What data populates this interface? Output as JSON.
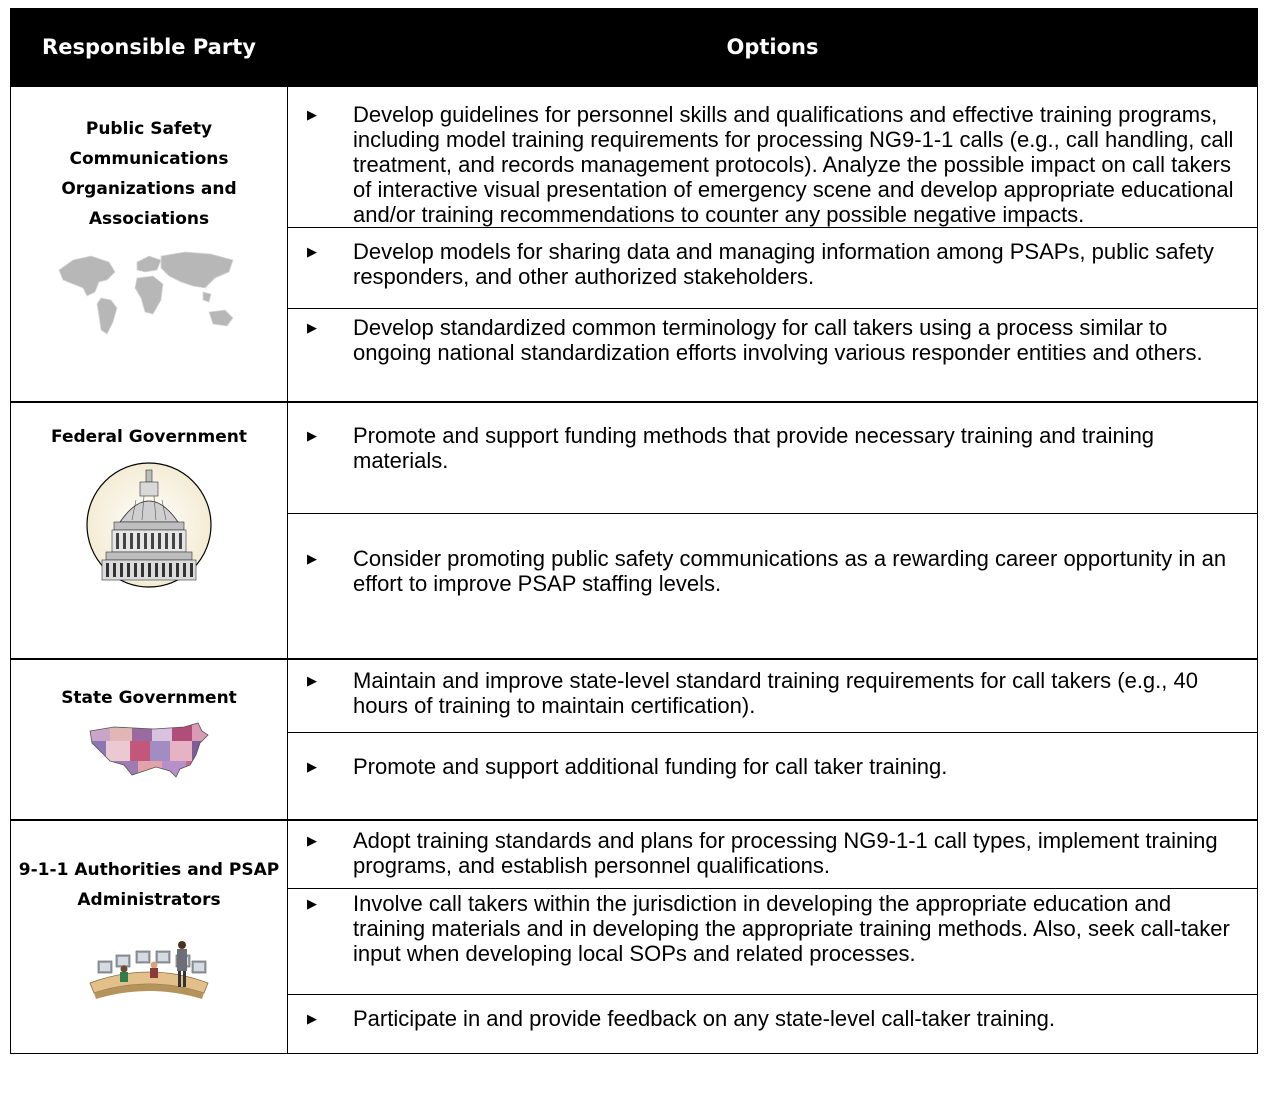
{
  "header": {
    "party": "Responsible Party",
    "options": "Options"
  },
  "bullet_glyph": "▶",
  "groups": [
    {
      "party": "Public Safety Communications Organizations and Associations",
      "icon": "world-map-icon",
      "options": [
        "Develop guidelines for personnel skills and qualifications and effective training programs, including model training requirements for processing NG9-1-1 calls (e.g., call handling, call treatment, and records management protocols).  Analyze the possible impact on call takers of interactive visual presentation of emergency scene and develop appropriate educational and/or training recommendations to counter any possible negative impacts.",
        "Develop models for sharing data and managing information among PSAPs, public safety responders, and other authorized stakeholders.",
        "Develop standardized common terminology for call takers using a process similar to ongoing national standardization efforts involving various responder entities and others."
      ]
    },
    {
      "party": "Federal Government",
      "icon": "capitol-dome-icon",
      "options": [
        "Promote and support funding methods that provide necessary training and training materials.",
        "Consider promoting public safety communications as a rewarding career opportunity in an effort to improve PSAP staffing levels."
      ]
    },
    {
      "party": "State Government",
      "icon": "us-map-icon",
      "options": [
        "Maintain and improve state-level standard training requirements for call takers (e.g., 40 hours of training to maintain certification).",
        "Promote and support additional funding for call taker training."
      ]
    },
    {
      "party": "9-1-1 Authorities and PSAP Administrators",
      "icon": "dispatch-center-icon",
      "options": [
        "Adopt training standards and plans for processing NG9-1-1 call types, implement training programs, and establish personnel qualifications.",
        "Involve call takers within the jurisdiction in developing the appropriate education and training materials and in developing the appropriate training methods.  Also, seek call-taker input when developing local SOPs and related processes.",
        "Participate in and provide feedback on any state-level call-taker training."
      ]
    }
  ]
}
